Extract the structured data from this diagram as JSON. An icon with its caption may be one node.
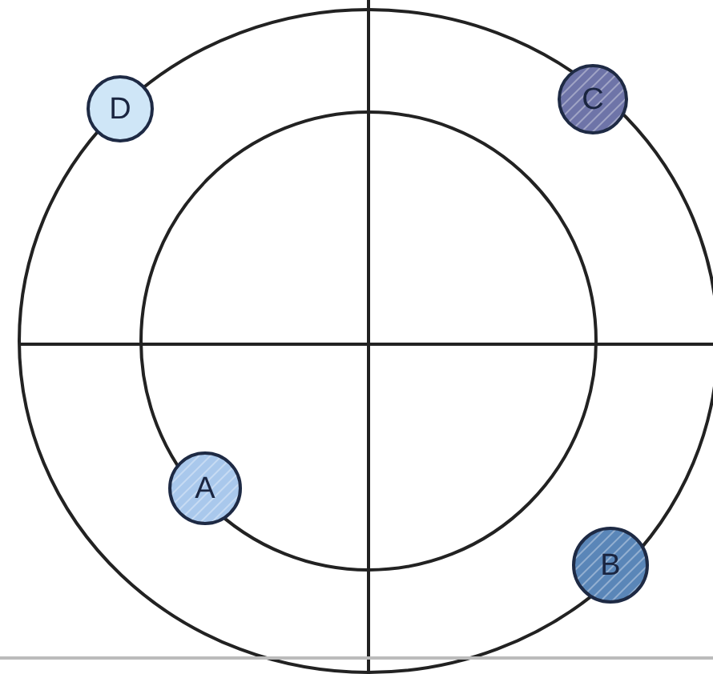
{
  "diagram": {
    "nodes": [
      {
        "text": [
          "D"
        ]
      },
      {
        "text": [
          "C"
        ]
      },
      {
        "text": [
          "A"
        ]
      },
      {
        "text": [
          "B"
        ]
      }
    ]
  }
}
